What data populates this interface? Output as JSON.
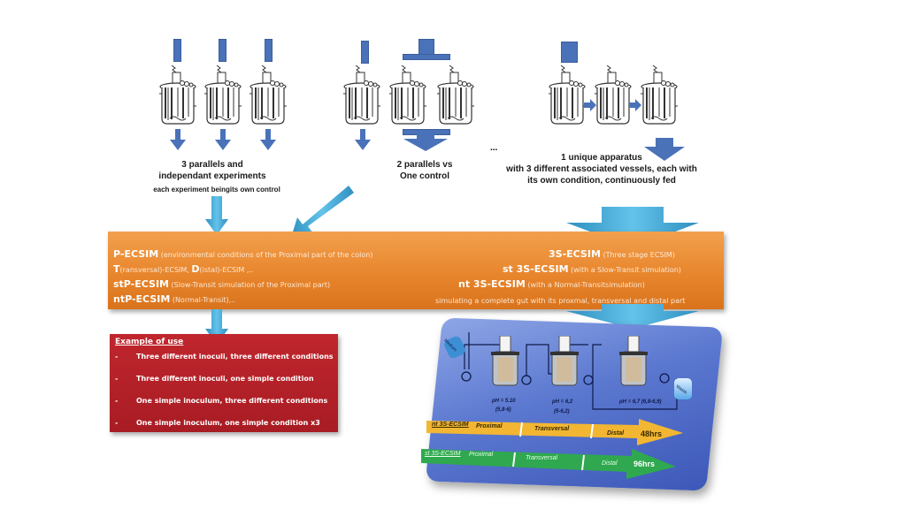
{
  "configurations": [
    {
      "name": "parallel",
      "caption_lines": [
        "3 parallels and",
        "independant experiments"
      ],
      "caption_sub": "each experiment beingits own control",
      "vessel_count": 3
    },
    {
      "name": "controlled",
      "caption_lines": [
        "2 parallels vs",
        "One control"
      ],
      "vessel_count": 3
    },
    {
      "name": "continuous",
      "ellipsis": "...",
      "caption_lines": [
        "1 unique apparatus",
        "with 3 different associated vessels, each with",
        "its own condition, continuously fed"
      ],
      "vessel_count": 3
    }
  ],
  "orange_box": {
    "left": [
      {
        "bold": "P-ECSIM",
        "rest": " (environmental conditions of the Proximal part of the colon)"
      },
      {
        "bold": "T",
        "rest": "(ransversal)-ECSIM, ",
        "bold2": "D",
        "rest2": "(istal)-ECSIM ,.."
      },
      {
        "bold": "stP-ECSIM",
        "rest": " (Slow-Transit simulation of the Proximal part)"
      },
      {
        "bold": "ntP-ECSIM",
        "rest": " (Normal-Transit),.."
      }
    ],
    "right": [
      {
        "bold": "3S-ECSIM",
        "rest": "   (Three stage ECSIM)"
      },
      {
        "bold": "st 3S-ECSIM",
        "rest": "  (with a Slow-Transit simulation)"
      },
      {
        "bold": "nt 3S-ECSIM",
        "rest": " (with a Normal-Transitsimulation)"
      },
      {
        "bold": "",
        "rest": "simulating a complete gut with its proxmal, transversal and distal part"
      }
    ]
  },
  "example_box": {
    "title": "Example of use",
    "dash": "-",
    "items": [
      "Three different inoculi, three different conditions",
      "Three different inoculi, one simple condition",
      "One simple inoculum, three different conditions",
      "One simple inoculum, one simple condition x3"
    ]
  },
  "apparatus": {
    "medium_label": "Medium",
    "waste_label": "Waste",
    "vessels": [
      {
        "ph": "pH = 5.10",
        "range": "(5,8-6)"
      },
      {
        "ph": "pH = 6,2",
        "range": "(5-6,2)"
      },
      {
        "ph": "pH = 6,7 (6,8-6,9)",
        "range": ""
      }
    ],
    "timelines": [
      {
        "label": "nt 3S-ECSIM",
        "segments": [
          "Proximal",
          "Transversal",
          "Distal"
        ],
        "duration": "48hrs",
        "color": "#f2b632"
      },
      {
        "label": "st 3S-ECSIM",
        "segments": [
          "Proximal",
          "Transversal",
          "Distal"
        ],
        "duration": "96hrs",
        "color": "#2fa84f"
      }
    ]
  },
  "colors": {
    "feed_blue": "#4a72b8",
    "connector_cyan": "#3fa7d6",
    "orange": "#e8862d",
    "red": "#b02128",
    "apparatus_blue": "#5b78d0"
  }
}
